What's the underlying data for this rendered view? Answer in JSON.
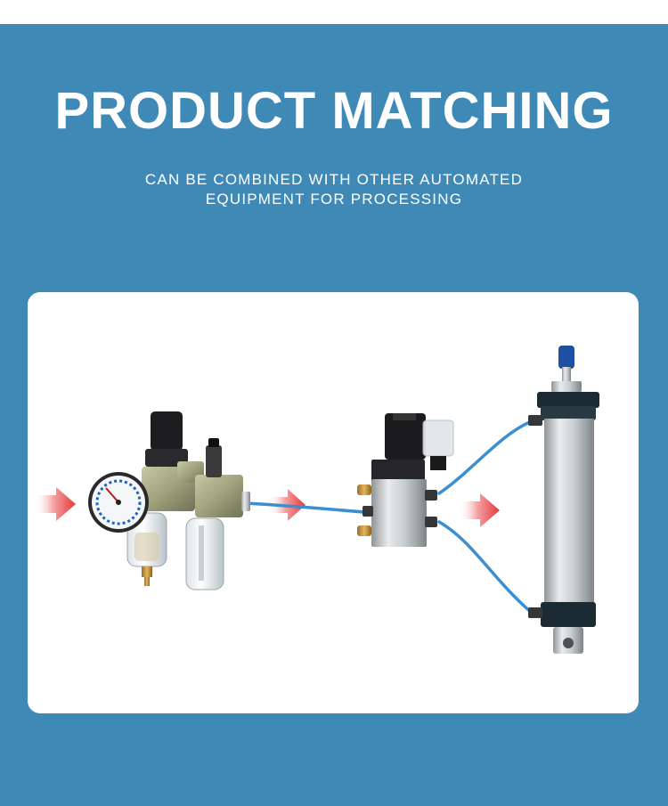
{
  "header": {
    "title": "PRODUCT MATCHING",
    "subtitle_line1": "CAN BE COMBINED WITH OTHER AUTOMATED",
    "subtitle_line2": "EQUIPMENT FOR PROCESSING"
  },
  "colors": {
    "banner": "#3f89b7",
    "panel": "#ffffff",
    "arrow": "#e5383b",
    "hose": "#3b8fd0"
  },
  "illustration": {
    "components": [
      "air-filter-regulator-lubricator",
      "solenoid-valve",
      "pneumatic-cylinder"
    ],
    "arrow_count": 3
  }
}
